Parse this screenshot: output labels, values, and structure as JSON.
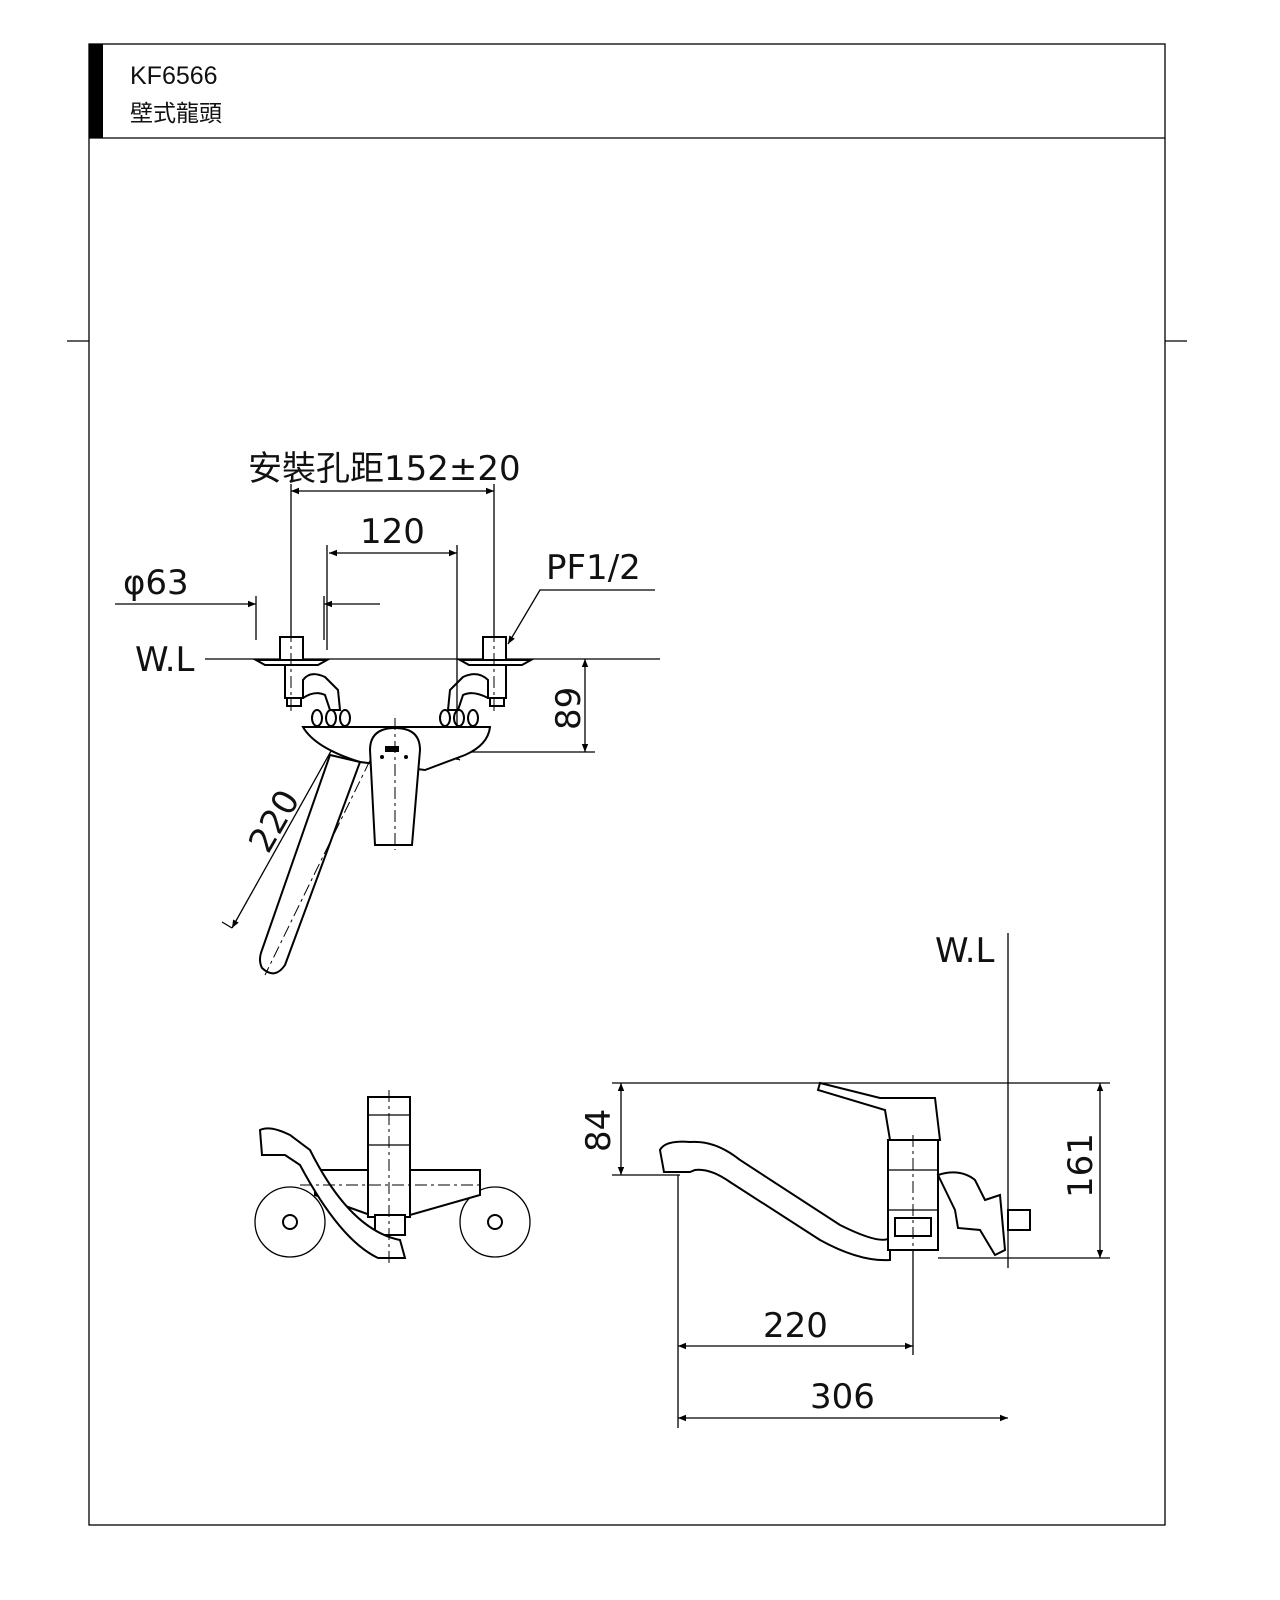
{
  "header": {
    "model": "KF6566",
    "subtitle": "壁式龍頭"
  },
  "top_view": {
    "mount_spacing": "安裝孔距152±20",
    "center_distance": "120",
    "flange_diameter": "φ63",
    "thread": "PF1/2",
    "wall_line": "W.L",
    "depth": "89",
    "spout_length": "220"
  },
  "side_view": {
    "wall_line": "W.L",
    "spout_height": "84",
    "total_height": "161",
    "spout_reach": "220",
    "total_reach": "306"
  }
}
